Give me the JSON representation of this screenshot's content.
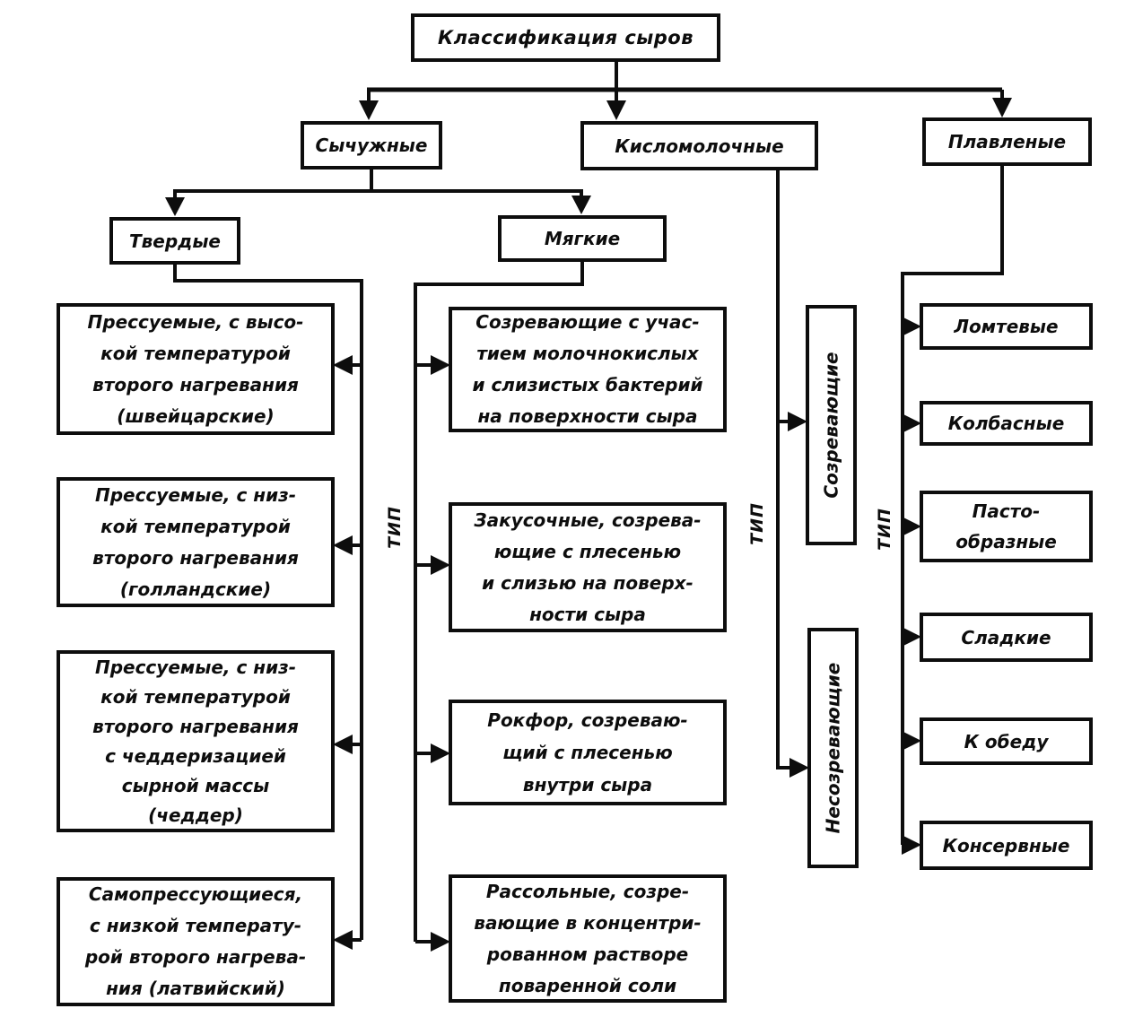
{
  "diagram": {
    "root_label": "Классификация сыров",
    "branch_rennet": {
      "label": "Сычужные",
      "hard": {
        "label": "Твердые",
        "items": [
          "Прессуемые, с высо-\nкой температурой\nвторого нагревания\n(швейцарские)",
          "Прессуемые, с низ-\nкой температурой\nвторого нагревания\n(голландские)",
          "Прессуемые, с низ-\nкой температурой\nвторого нагревания\nс чеддеризацией\nсырной массы\n(чеддер)",
          "Самопрессующиеся,\nс низкой температу-\nрой второго нагрева-\nния (латвийский)"
        ]
      },
      "soft": {
        "label": "Мягкие",
        "type_label": "ТИП",
        "items": [
          "Созревающие с учас-\nтием молочнокислых\nи слизистых бактерий\nна поверхности сыра",
          "Закусочные, созрева-\nющие с плесенью\nи слизью на поверх-\nности сыра",
          "Рокфор, созреваю-\nщий с плесенью\nвнутри сыра",
          "Рассольные, созре-\nвающие в концентри-\nрованном растворе\nповаренной соли"
        ]
      }
    },
    "branch_sour_milk": {
      "label": "Кисломолочные",
      "type_label": "ТИП",
      "items": [
        "Созревающие",
        "Несозревающие"
      ]
    },
    "branch_processed": {
      "label": "Плавленые",
      "type_label": "ТИП",
      "items": [
        "Ломтевые",
        "Колбасные",
        "Пасто-\nобразные",
        "Сладкие",
        "К обеду",
        "Консервные"
      ]
    },
    "colors": {
      "ink": "#0d0d0d",
      "paper": "#ffffff"
    }
  }
}
